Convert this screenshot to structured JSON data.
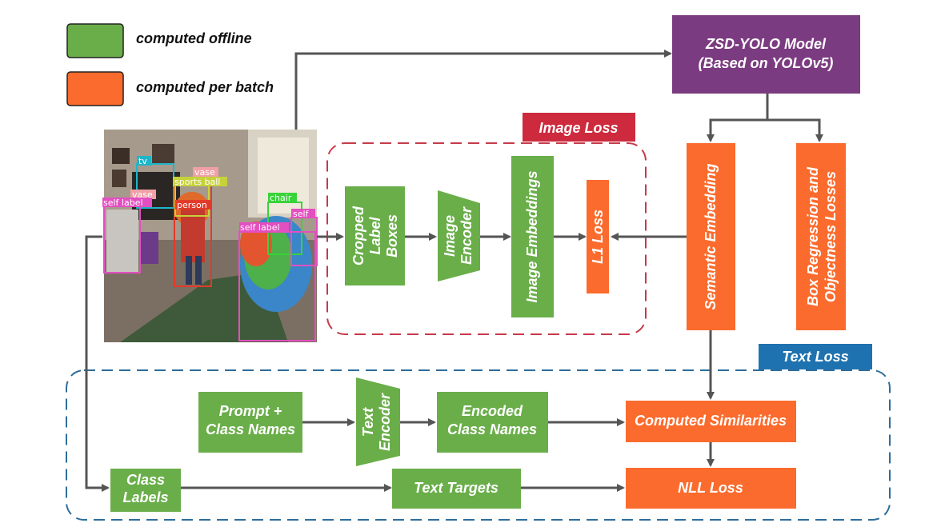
{
  "legend": {
    "offline": "computed offline",
    "per_batch": "computed per batch"
  },
  "colors": {
    "green": "#6aae4a",
    "orange": "#fb6b2d",
    "purple": "#7b3b80",
    "red_dash": "#c63a4a",
    "blue_dash": "#2e6d9b",
    "image_loss_tag": "#cd2a3d",
    "text_loss_tag": "#1f72b0",
    "arrow": "#555555"
  },
  "model": {
    "line1": "ZSD-YOLO Model",
    "line2": "(Based on YOLOv5)"
  },
  "image_loss_title": "Image Loss",
  "text_loss_title": "Text Loss",
  "boxes": {
    "cropped": [
      "Cropped",
      "Label",
      "Boxes"
    ],
    "image_encoder": [
      "Image",
      "Encoder"
    ],
    "image_embeddings": "Image Embeddings",
    "l1_loss": "L1 Loss",
    "semantic_embedding": "Semantic Embedding",
    "box_regression": [
      "Box Regression and",
      "Objectness Losses"
    ],
    "prompt": [
      "Prompt +",
      "Class Names"
    ],
    "text_encoder": [
      "Text",
      "Encoder"
    ],
    "encoded": [
      "Encoded",
      "Class Names"
    ],
    "computed_similarities": "Computed Similarities",
    "class_labels": [
      "Class",
      "Labels"
    ],
    "text_targets": "Text Targets",
    "nll_loss": "NLL Loss"
  },
  "photo_labels": [
    "tv",
    "vase",
    "vase",
    "sports ball",
    "person",
    "self label",
    "chair",
    "self",
    "self label"
  ]
}
